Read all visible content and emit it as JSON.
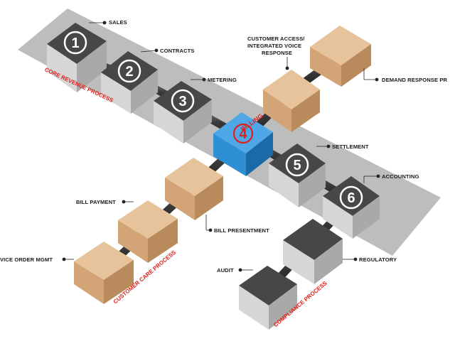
{
  "labels": {
    "sales": "SALES",
    "contracts": "CONTRACTS",
    "metering": "METERING",
    "customer_access_line1": "CUSTOMER ACCESS/",
    "customer_access_line2": "INTEGRATED VOICE",
    "customer_access_line3": "RESPONSE",
    "demand_response": "DEMAND RESPONSE PR",
    "settlement": "SETTLEMENT",
    "accounting": "ACCOUNTING",
    "bill_payment": "BILL PAYMENT",
    "bill_presentment": "BILL PRESENTMENT",
    "service_order": "VICE ORDER MGMT",
    "regulatory": "REGULATORY",
    "audit": "AUDIT"
  },
  "process_labels": {
    "core_revenue": "CORE REVENUE PROCESS",
    "customer_care": "CUSTOMER CARE PROCESS",
    "compliance": "COMPLIANCE PROCESS"
  },
  "boxes": {
    "n1": "1",
    "n2": "2",
    "n3": "3",
    "billing_word": "BILLING",
    "n4": "4",
    "n5": "5",
    "n6": "6"
  },
  "colors": {
    "band": "#b9b9b9",
    "gray_face": "#d4d4d4",
    "gray_side": "#a7a7a7",
    "gray_top": "#474747",
    "tan_face": "#d2a476",
    "tan_side": "#b88a5c",
    "tan_top": "#e6c39a",
    "billing_face": "#2f8fd4",
    "billing_side": "#1b6aa8",
    "billing_top": "#4ea7e6",
    "accent_red": "#e0211b"
  }
}
